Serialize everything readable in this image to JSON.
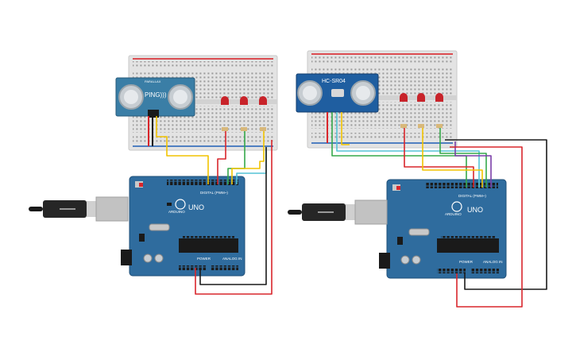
{
  "colors": {
    "board_blue": "#2f6c9e",
    "board_edge": "#1f4f78",
    "breadboard": "#e6e6e6",
    "sensor_left": "#3a7ea6",
    "sensor_right": "#1f5ea0",
    "wire_red": "#d9262c",
    "wire_black": "#1a1a1a",
    "wire_yellow": "#f2c400",
    "wire_green": "#35a84a",
    "wire_cyan": "#55c4d6",
    "wire_purple": "#7b3fa8",
    "led_red": "#c8232a"
  },
  "left_circuit": {
    "sensor_brand": "PING)))",
    "sensor_small": "PARALLAX",
    "board_model": "UNO",
    "board_brand": "ARDUINO",
    "digital_label": "DIGITAL (PWM~)",
    "power_label": "POWER",
    "analog_label": "ANALOG IN"
  },
  "right_circuit": {
    "sensor_brand": "HC-SR04",
    "board_model": "UNO",
    "board_brand": "ARDUINO",
    "digital_label": "DIGITAL (PWM~)",
    "power_label": "POWER",
    "analog_label": "ANALOG IN"
  }
}
